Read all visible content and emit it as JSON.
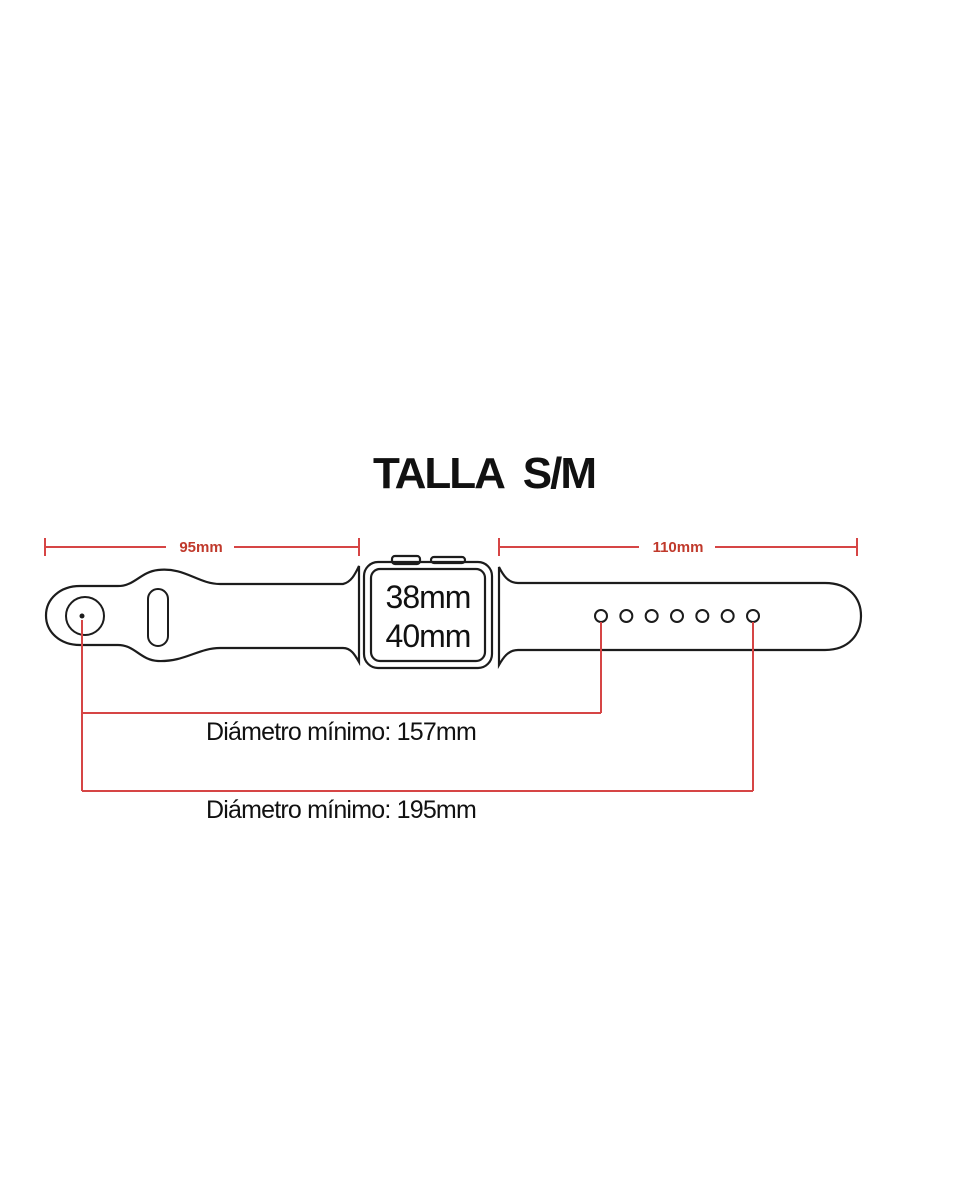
{
  "title": "TALLA  S/M",
  "dimensions": {
    "left_strap": "95mm",
    "right_strap": "110mm"
  },
  "watch_sizes": [
    "38mm",
    "40mm"
  ],
  "circumferences": [
    "Diámetro mínimo: 157mm",
    "Diámetro mínimo: 195mm"
  ],
  "strap_holes": 7,
  "colors": {
    "outline": "#1c1c1c",
    "dimension_line": "#d64545",
    "dimension_text": "#c0392b",
    "text": "#111111",
    "background": "#ffffff"
  }
}
